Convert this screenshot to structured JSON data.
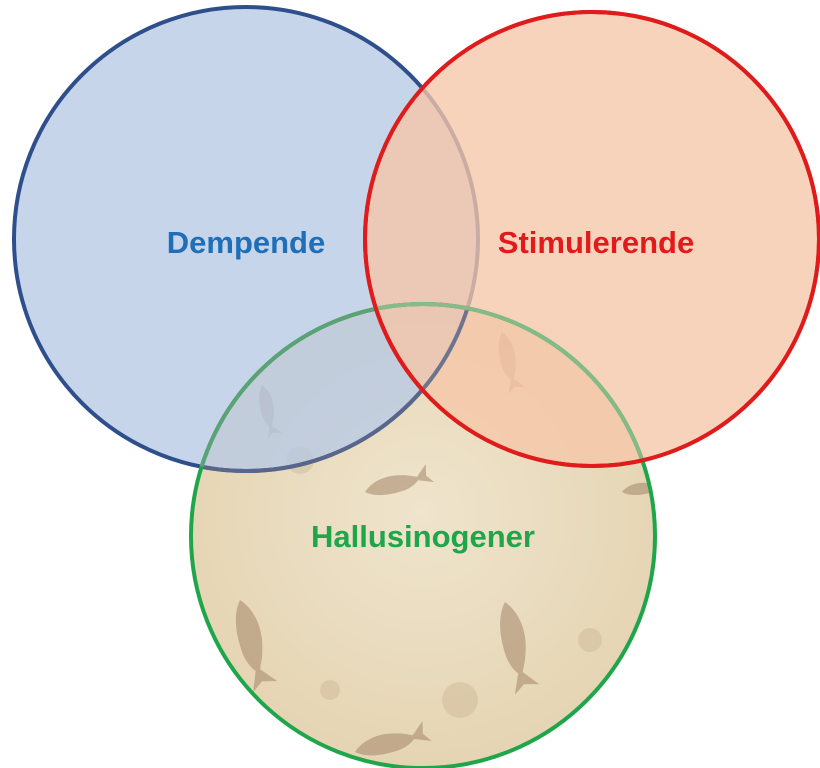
{
  "diagram": {
    "type": "venn",
    "sets": [
      {
        "id": "depressants",
        "label": "Dempende",
        "fill_color": "#b7c9e6",
        "stroke_color": "#2f4f8c",
        "label_color": "#1f6fb8"
      },
      {
        "id": "stimulants",
        "label": "Stimulerende",
        "fill_color": "#f6c7a8",
        "stroke_color": "#e01b1b",
        "label_color": "#e01b1b"
      },
      {
        "id": "hallucinogens",
        "label": "Hallusinogener",
        "fill_color": "#ecdfc4",
        "stroke_color": "#1fa64a",
        "label_color": "#1fa64a",
        "texture": "fossil-fish-stone"
      }
    ]
  }
}
